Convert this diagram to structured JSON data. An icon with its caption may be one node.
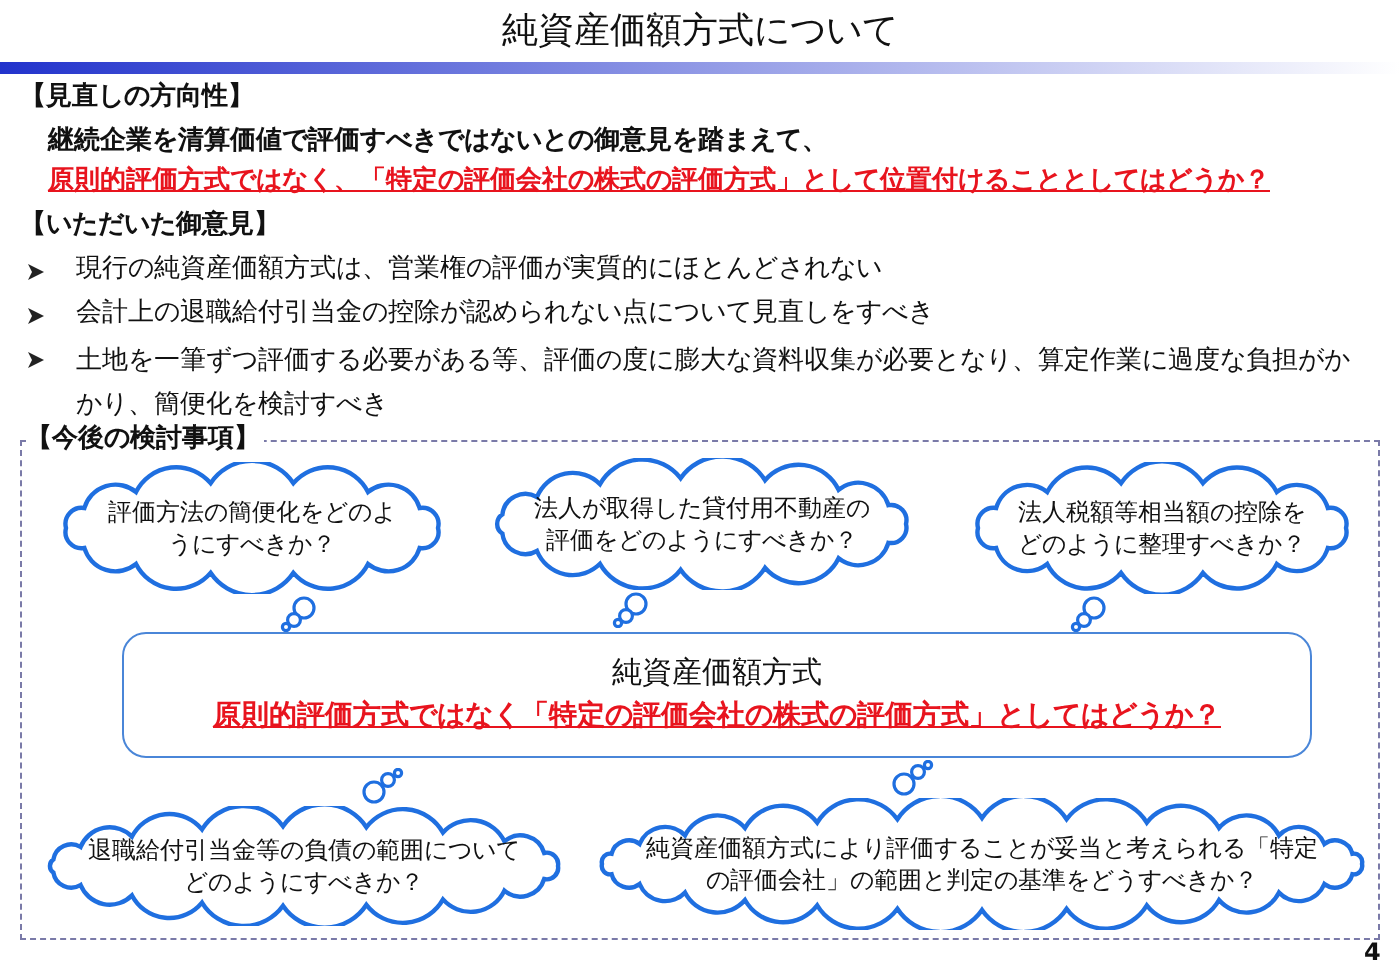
{
  "diagram": {
    "title": "純資産価額方式について",
    "nodes": [
      {
        "text": [
          "【今後の検討事項】"
        ]
      },
      {
        "text": [
          "評価方法の簡便化をどのようにすべきか？"
        ],
        "in": 0
      },
      {
        "text": [
          "法人が取得した貸付用不動産の評価をどのようにすべきか？"
        ],
        "in": 0
      },
      {
        "text": [
          "法人税額等相当額の控除をどのように整理すべきか？"
        ],
        "in": 0
      },
      {
        "text": [
          "純資産価額方式",
          "原則的評価方式ではなく「特定の評価会社の株式の評価方式」としてはどうか？"
        ],
        "in": 0
      },
      {
        "text": [
          "退職給付引当金等の負債の範囲についてどのようにすべきか？"
        ],
        "in": 0
      },
      {
        "text": [
          "純資産価額方式により評価することが妥当と考えられる「特定の評価会社」の範囲と判定の基準をどうすべきか？"
        ],
        "in": 0
      }
    ],
    "edges": [],
    "labels": [
      "【見直しの方向性】",
      "継続企業を清算価値で評価すべきではないとの御意見を踏まえて、",
      "原則的評価方式ではなく、「特定の評価会社の株式の評価方式」として位置付けることとしてはどうか？",
      "【いただいた御意見】",
      "現行の純資産価額方式は、営業権の評価が実質的にほとんどされない",
      "会計上の退職給付引当金の控除が認められない点について見直しをすべき",
      "土地を一筆ずつ評価する必要がある等、評価の度に膨大な資料収集が必要となり、算定作業に過度な負担がかかり、簡便化を検討すべき",
      "4"
    ]
  }
}
